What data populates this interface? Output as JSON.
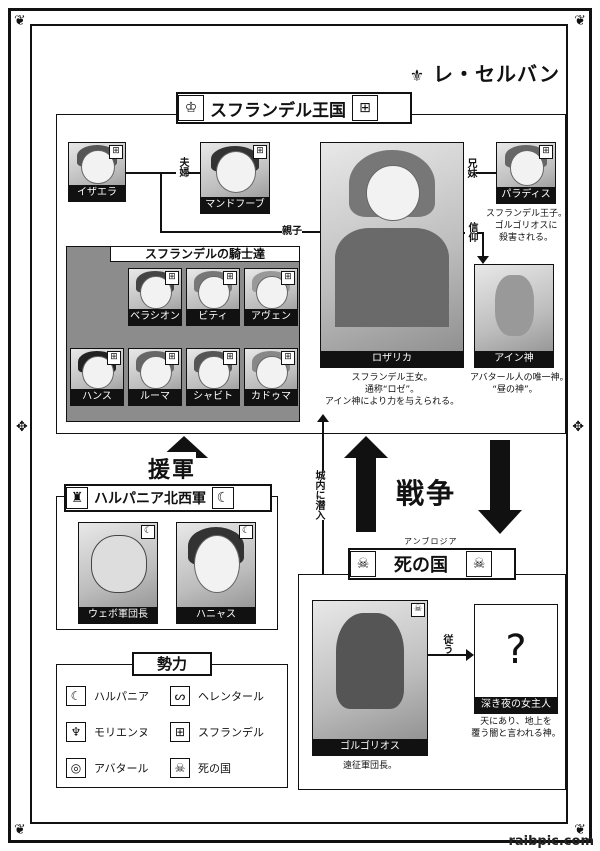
{
  "header": {
    "title": "レ・セルバン"
  },
  "kingdom": {
    "title": "スフランデル王国",
    "knights_title": "スフランデルの騎士達",
    "people": {
      "izaera": "イザエラ",
      "mandofurbu": "マンドフーブ",
      "rozarika": "ロザリカ",
      "paradisu": "パラディス",
      "ain": "アイン神"
    },
    "relations": {
      "spouse": "夫婦",
      "parent_child": "親子",
      "siblings": "兄妹",
      "faith": "信仰"
    },
    "knights": [
      "ベラシオン",
      "ビティ",
      "アヴェン",
      "ハンス",
      "ルーマ",
      "シャビト",
      "カドゥマ"
    ],
    "descriptions": {
      "paradisu": [
        "スフランデル王子。",
        "ゴルゴリオスに",
        "殺害される。"
      ],
      "rozarika": [
        "スフランデル王女。",
        "通称“ロゼ”。",
        "アイン神により力を与えられる。"
      ],
      "ain": [
        "アバタール人の唯一神。",
        "“昼の神”。"
      ]
    }
  },
  "reinforcement": "援軍",
  "war": "戦争",
  "infiltration": "城内に潜入",
  "harpania": {
    "title": "ハルパニア北西軍",
    "members": [
      "ウェボ軍団長",
      "ハニャス"
    ]
  },
  "death_country": {
    "title": "死の国",
    "ruby": "アンブロジア",
    "obey": "従う",
    "gorgorios": "ゴルゴリオス",
    "gorgorios_desc": "遠征軍団長。",
    "queen": "深き夜の女主人",
    "queen_mark": "?",
    "queen_desc": [
      "天にあり、地上を",
      "覆う闇と言われる神。"
    ]
  },
  "legend": {
    "title": "勢力",
    "items": [
      {
        "label": "ハルパニア",
        "icon": "crescent-icon",
        "glyph": "☾"
      },
      {
        "label": "ヘレンタール",
        "icon": "rune-icon",
        "glyph": "ᔕ"
      },
      {
        "label": "モリエンヌ",
        "icon": "trident-icon",
        "glyph": "♆"
      },
      {
        "label": "スフランデル",
        "icon": "shield-cross-icon",
        "glyph": "⊞"
      },
      {
        "label": "アバタール",
        "icon": "rings-icon",
        "glyph": "◎"
      },
      {
        "label": "死の国",
        "icon": "skull-icon",
        "glyph": "☠"
      }
    ]
  },
  "watermark": "raibpic.com"
}
